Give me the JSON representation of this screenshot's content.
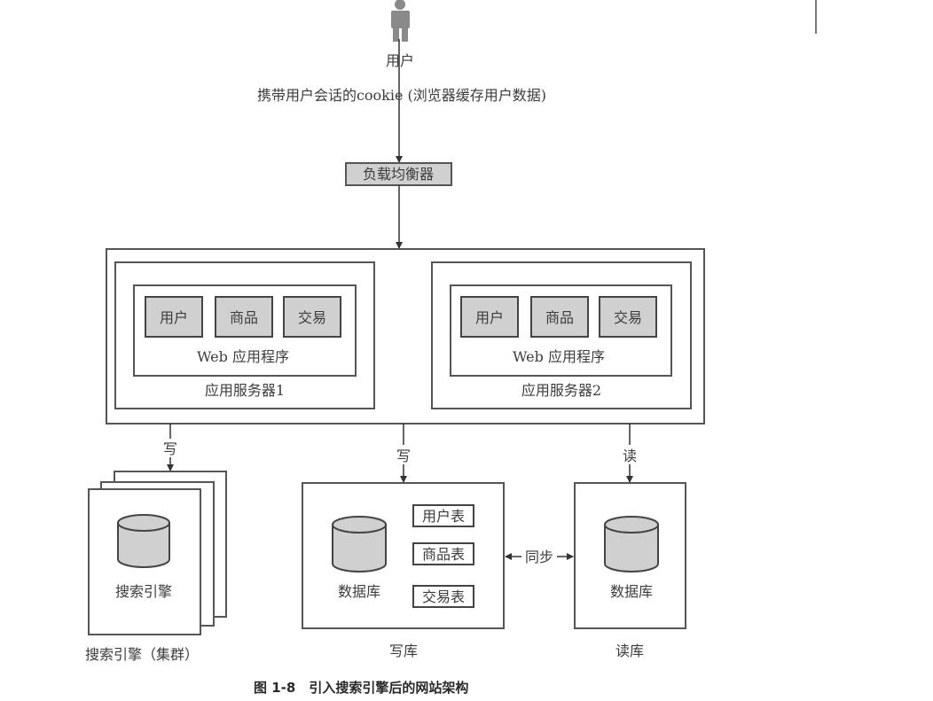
{
  "user": {
    "label": "用户"
  },
  "cookie_note": "携带用户会话的cookie (浏览器缓存用户数据)",
  "load_balancer": {
    "label": "负载均衡器"
  },
  "app_servers": [
    {
      "label": "应用服务器1",
      "webapp_label": "Web 应用程序",
      "modules": [
        "用户",
        "商品",
        "交易"
      ]
    },
    {
      "label": "应用服务器2",
      "webapp_label": "Web 应用程序",
      "modules": [
        "用户",
        "商品",
        "交易"
      ]
    }
  ],
  "edges": {
    "to_search": "写",
    "to_write_db": "写",
    "to_read_db": "读",
    "sync": "同步"
  },
  "search_engine": {
    "inner_label": "搜索引擎",
    "caption": "搜索引擎（集群）"
  },
  "write_db": {
    "inner_label": "数据库",
    "caption": "写库",
    "tables": [
      "用户表",
      "商品表",
      "交易表"
    ]
  },
  "read_db": {
    "inner_label": "数据库",
    "caption": "读库"
  },
  "figure_caption": "图 1-8　引入搜索引擎后的网站架构",
  "colors": {
    "line": "#555555",
    "fill_gray": "#d0d0d0",
    "text": "#3c3c3c"
  }
}
